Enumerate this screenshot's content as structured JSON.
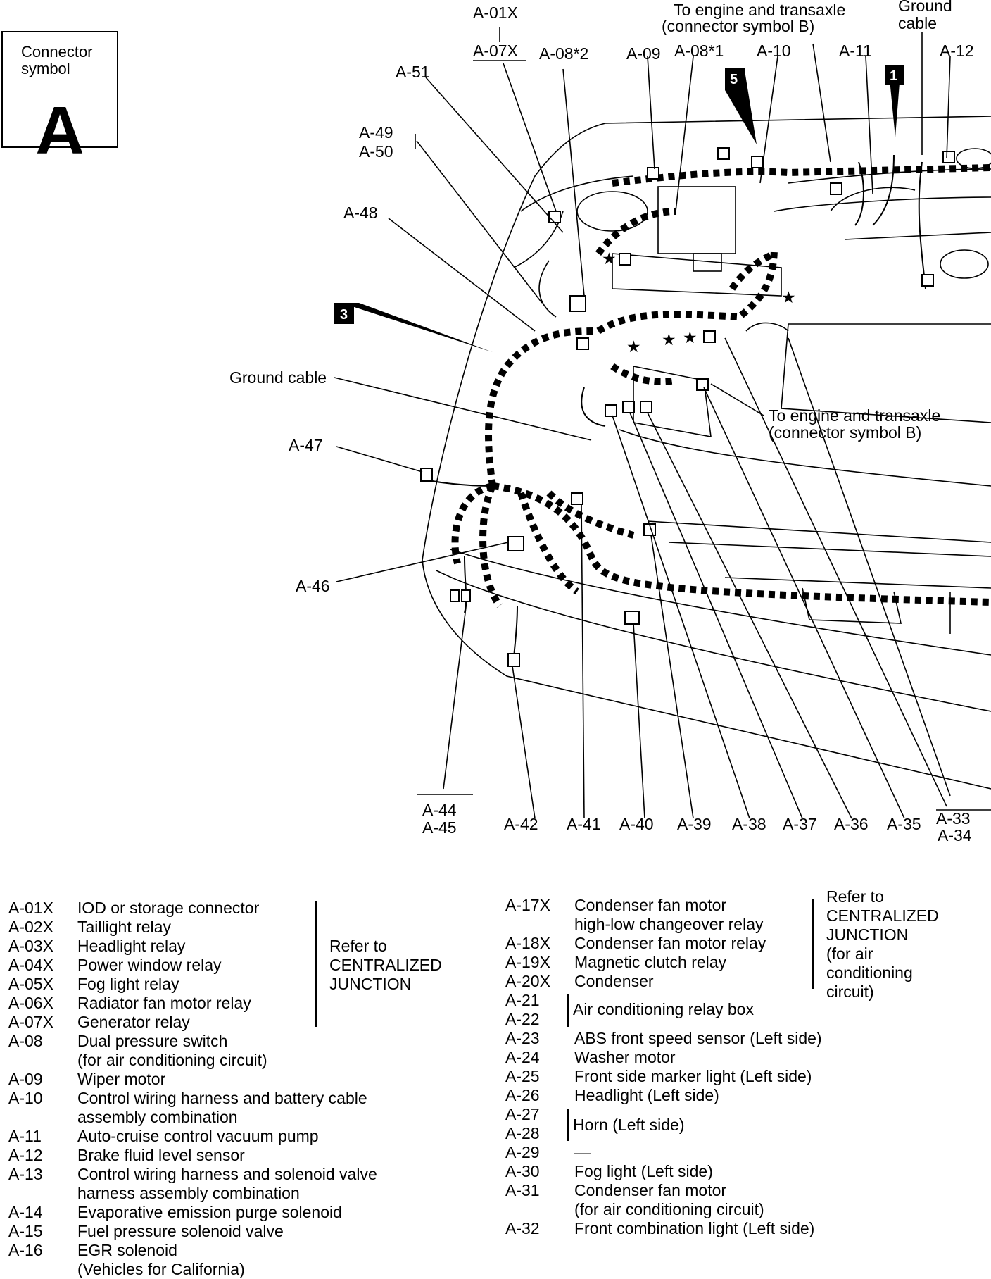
{
  "connector_box": {
    "label": "Connector\nsymbol",
    "symbol": "A"
  },
  "diagram": {
    "labels_top": {
      "a01x": "A-01X",
      "a07x": "A-07X",
      "a08_2": "A-08*2",
      "a09": "A-09",
      "a08_1": "A-08*1",
      "a10": "A-10",
      "a11": "A-11",
      "a12": "A-12",
      "a51": "A-51",
      "a49": "A-49",
      "a50": "A-50",
      "a48": "A-48",
      "a47": "A-47",
      "a46": "A-46",
      "to_engine_1": "To engine and transaxle",
      "connector_b_1": "(connector symbol B)",
      "ground_cable_top": "Ground\ncable",
      "ground_cable_left": "Ground cable",
      "to_engine_2": "To engine and transaxle",
      "connector_b_2": "(connector symbol B)",
      "callout_5": "5",
      "callout_1": "1",
      "callout_3": "3"
    },
    "labels_bottom": [
      "A-44",
      "A-45",
      "A-42",
      "A-41",
      "A-40",
      "A-39",
      "A-38",
      "A-37",
      "A-36",
      "A-35",
      "A-33",
      "A-34"
    ]
  },
  "legend_left": {
    "rows": [
      {
        "code": "A-01X",
        "desc": "IOD or storage connector"
      },
      {
        "code": "A-02X",
        "desc": "Taillight relay"
      },
      {
        "code": "A-03X",
        "desc": "Headlight relay"
      },
      {
        "code": "A-04X",
        "desc": "Power window relay"
      },
      {
        "code": "A-05X",
        "desc": "Fog light relay"
      },
      {
        "code": "A-06X",
        "desc": "Radiator fan motor relay"
      },
      {
        "code": "A-07X",
        "desc": "Generator relay"
      },
      {
        "code": "A-08",
        "desc": "Dual pressure switch",
        "sub": "(for air conditioning circuit)"
      },
      {
        "code": "A-09",
        "desc": "Wiper motor"
      },
      {
        "code": "A-10",
        "desc": "Control wiring harness and battery cable",
        "sub": "assembly combination"
      },
      {
        "code": "A-11",
        "desc": "Auto-cruise control vacuum pump"
      },
      {
        "code": "A-12",
        "desc": "Brake fluid level sensor"
      },
      {
        "code": "A-13",
        "desc": "Control wiring harness and solenoid valve",
        "sub": "harness assembly combination"
      },
      {
        "code": "A-14",
        "desc": "Evaporative emission purge solenoid"
      },
      {
        "code": "A-15",
        "desc": "Fuel pressure solenoid valve"
      },
      {
        "code": "A-16",
        "desc": "EGR solenoid",
        "sub": "(Vehicles for California)"
      }
    ],
    "brace_note": "Refer to\nCENTRALIZED\nJUNCTION"
  },
  "legend_right": {
    "rows": [
      {
        "code": "A-17X",
        "desc": "Condenser fan motor",
        "sub": "high-low changeover relay"
      },
      {
        "code": "A-18X",
        "desc": "Condenser fan motor relay"
      },
      {
        "code": "A-19X",
        "desc": "Magnetic clutch relay"
      },
      {
        "code": "A-20X",
        "desc": "Condenser"
      },
      {
        "code": "A-21",
        "desc": ""
      },
      {
        "code": "A-22",
        "desc": ""
      },
      {
        "code": "A-23",
        "desc": "ABS front speed sensor (Left side)"
      },
      {
        "code": "A-24",
        "desc": "Washer motor"
      },
      {
        "code": "A-25",
        "desc": "Front side marker light (Left side)"
      },
      {
        "code": "A-26",
        "desc": "Headlight (Left side)"
      },
      {
        "code": "A-27",
        "desc": ""
      },
      {
        "code": "A-28",
        "desc": ""
      },
      {
        "code": "A-29",
        "desc": "—"
      },
      {
        "code": "A-30",
        "desc": "Fog light (Left side)"
      },
      {
        "code": "A-31",
        "desc": "Condenser fan motor",
        "sub": "(for air conditioning circuit)"
      },
      {
        "code": "A-32",
        "desc": "Front combination light (Left side)"
      }
    ],
    "brace_note": "Refer to\nCENTRALIZED\nJUNCTION\n(for air\nconditioning\ncircuit)",
    "group_21_22": "Air conditioning relay box",
    "group_27_28": "Horn (Left side)"
  }
}
